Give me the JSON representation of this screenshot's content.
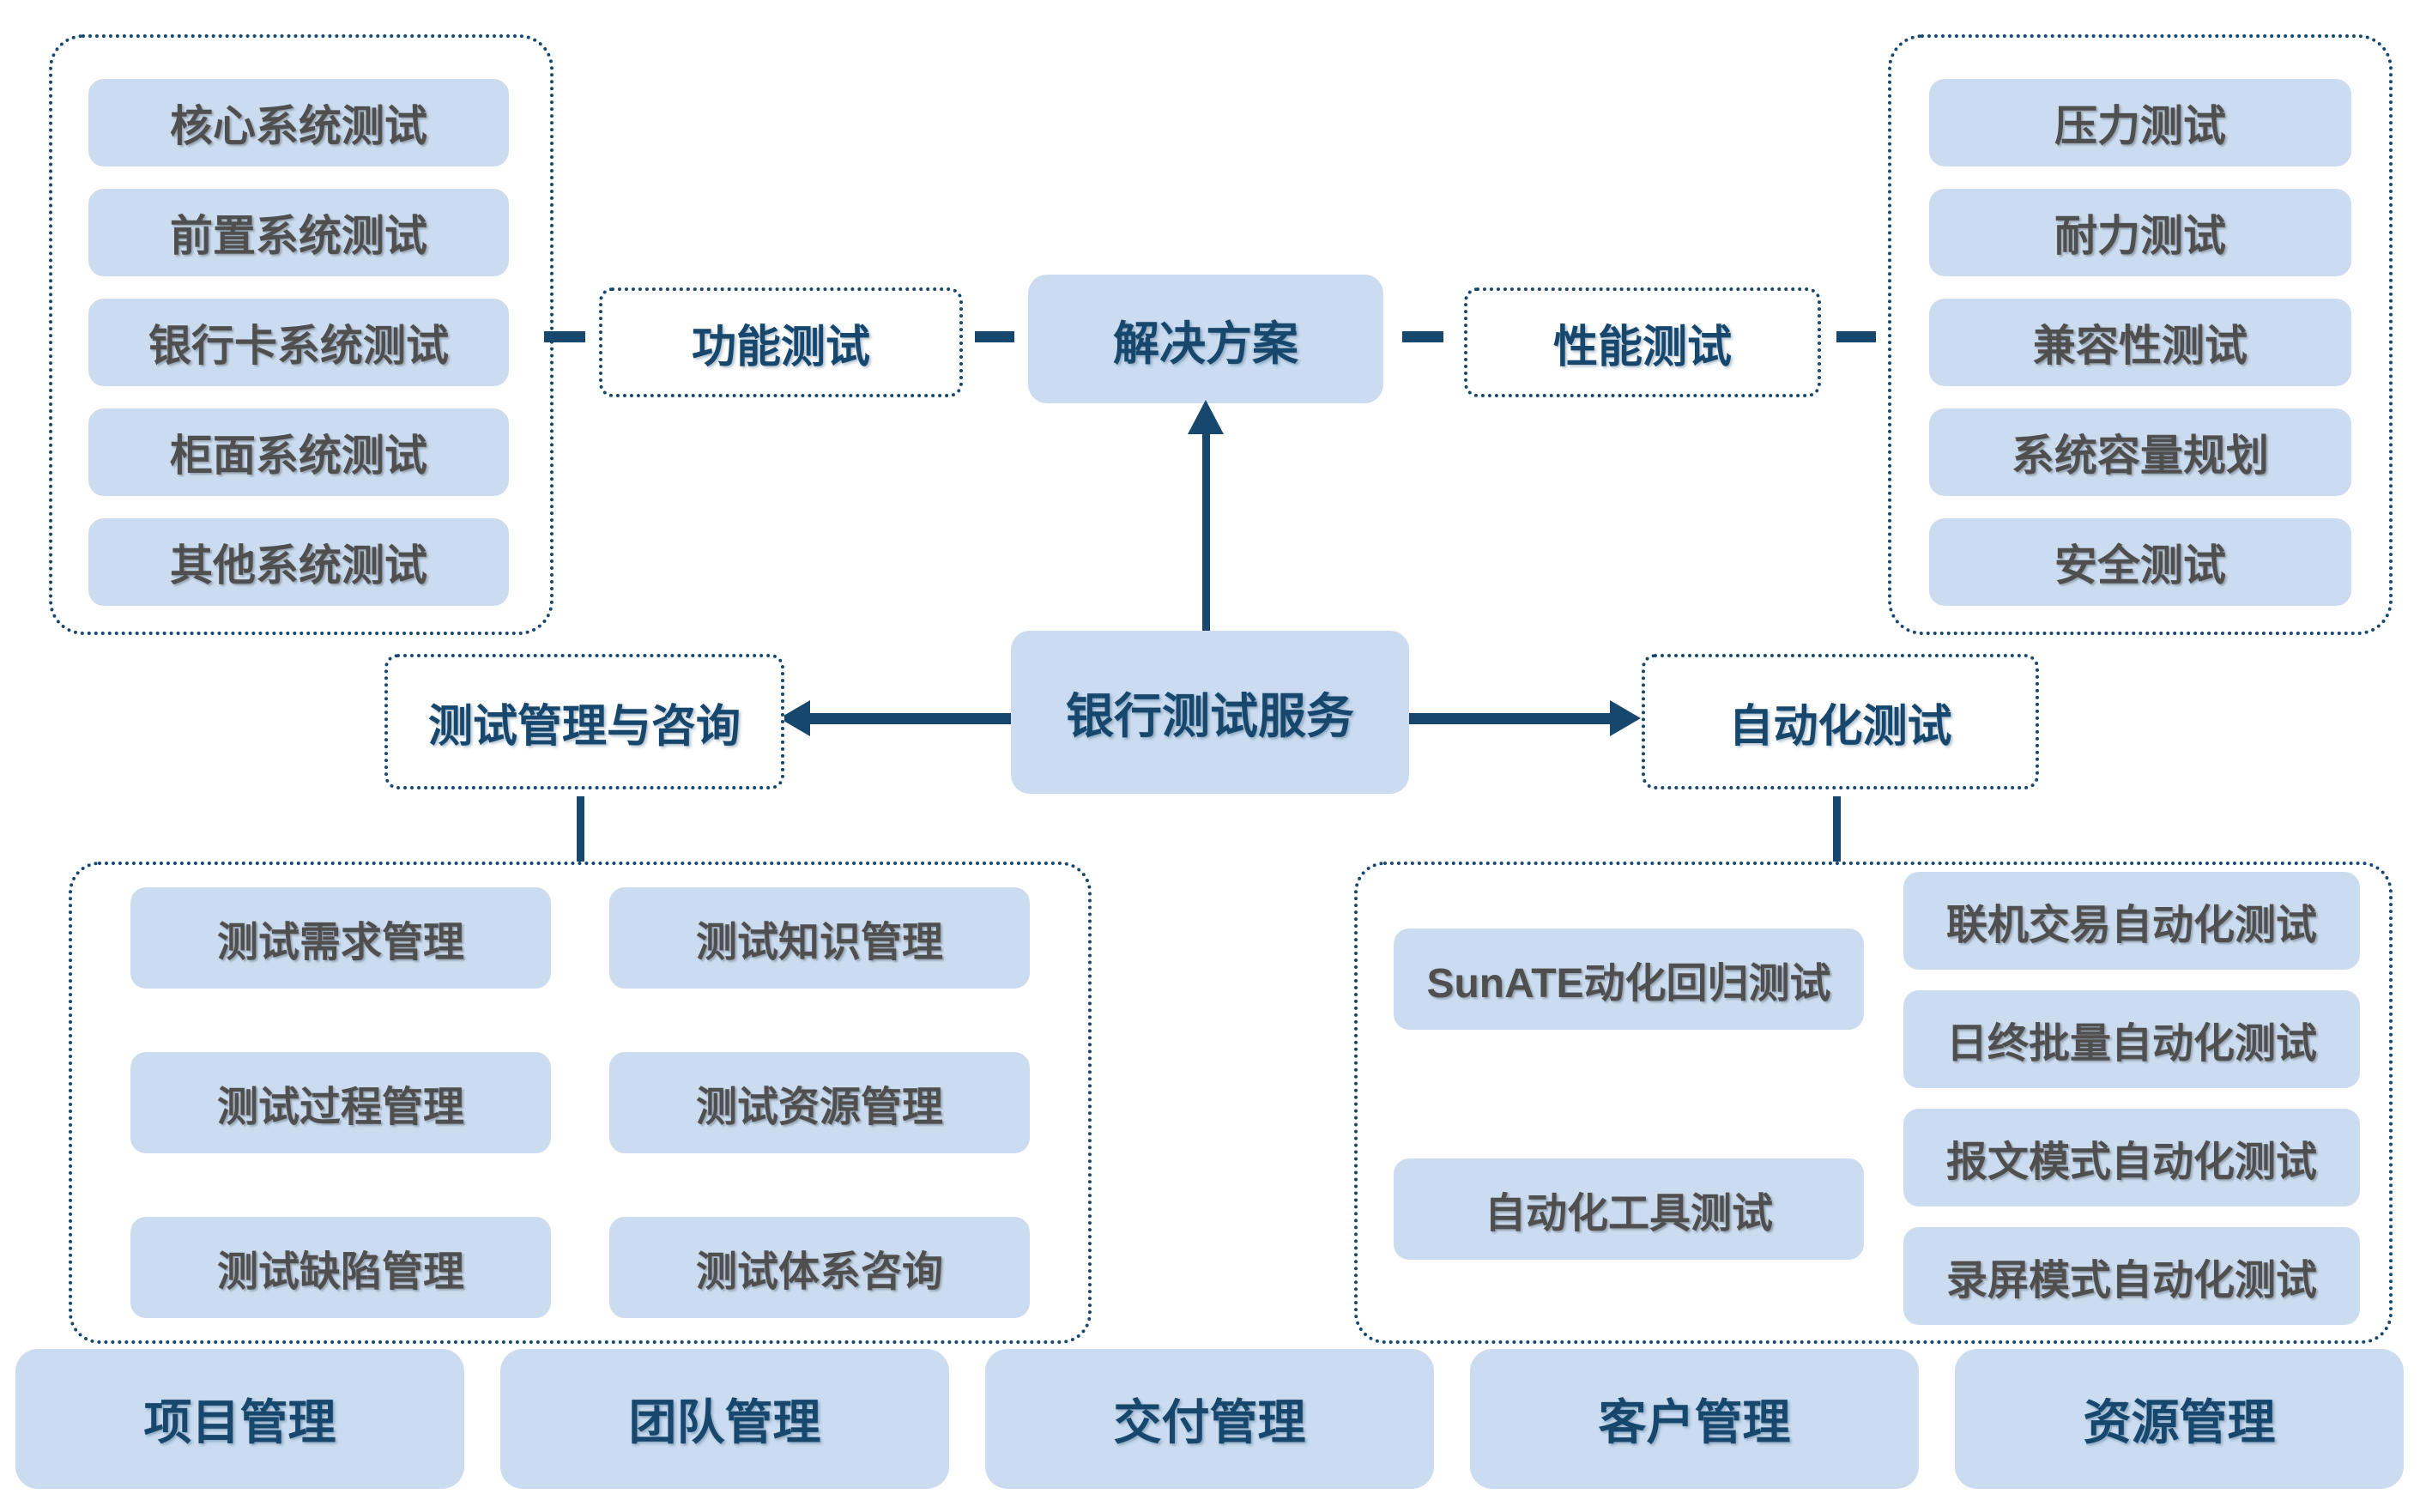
{
  "hub": {
    "label": "银行测试服务"
  },
  "solution": {
    "label": "解决方案"
  },
  "functional": {
    "label": "功能测试",
    "items": [
      "核心系统测试",
      "前置系统测试",
      "银行卡系统测试",
      "柜面系统测试",
      "其他系统测试"
    ]
  },
  "performance": {
    "label": "性能测试",
    "items": [
      "压力测试",
      "耐力测试",
      "兼容性测试",
      "系统容量规划",
      "安全测试"
    ]
  },
  "management": {
    "label": "测试管理与咨询",
    "items": [
      "测试需求管理",
      "测试知识管理",
      "测试过程管理",
      "测试资源管理",
      "测试缺陷管理",
      "测试体系咨询"
    ]
  },
  "automation": {
    "label": "自动化测试",
    "tool_items": [
      "SunATE动化回归测试",
      "自动化工具测试"
    ],
    "mode_items": [
      "联机交易自动化测试",
      "日终批量自动化测试",
      "报文模式自动化测试",
      "录屏模式自动化测试"
    ]
  },
  "bottom_bar": {
    "items": [
      "项目管理",
      "团队管理",
      "交付管理",
      "客户管理",
      "资源管理"
    ]
  },
  "colors": {
    "box_fill": "#cbdcf0",
    "navy": "#17476d",
    "gray_text": "#4f4f4f",
    "background": "#ffffff"
  }
}
